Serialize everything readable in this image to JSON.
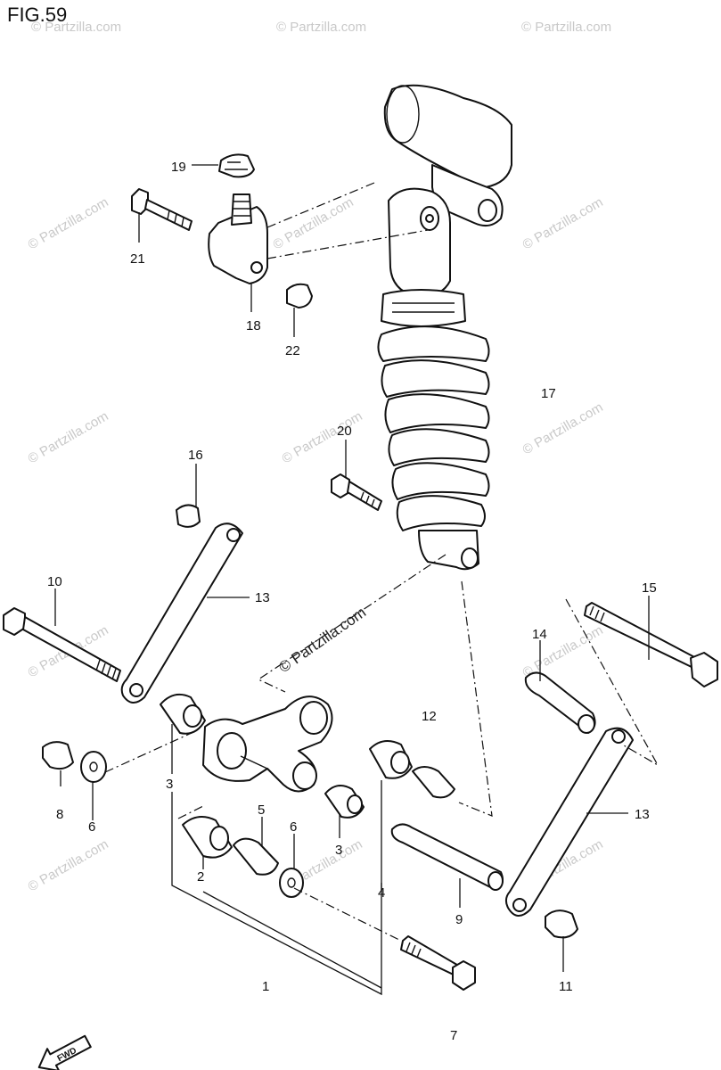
{
  "figure": {
    "title": "FIG.59"
  },
  "watermark": {
    "text": "© Partzilla.com"
  },
  "fwd_badge": {
    "text": "FWD"
  },
  "callouts": {
    "p1": "1",
    "p2": "2",
    "p3a": "3",
    "p3b": "3",
    "p4": "4",
    "p5": "5",
    "p6a": "6",
    "p6b": "6",
    "p7": "7",
    "p8": "8",
    "p9": "9",
    "p10": "10",
    "p11": "11",
    "p12": "12",
    "p13a": "13",
    "p13b": "13",
    "p14": "14",
    "p15": "15",
    "p16": "16",
    "p17": "17",
    "p18": "18",
    "p19": "19",
    "p20": "20",
    "p21": "21",
    "p22": "22"
  }
}
